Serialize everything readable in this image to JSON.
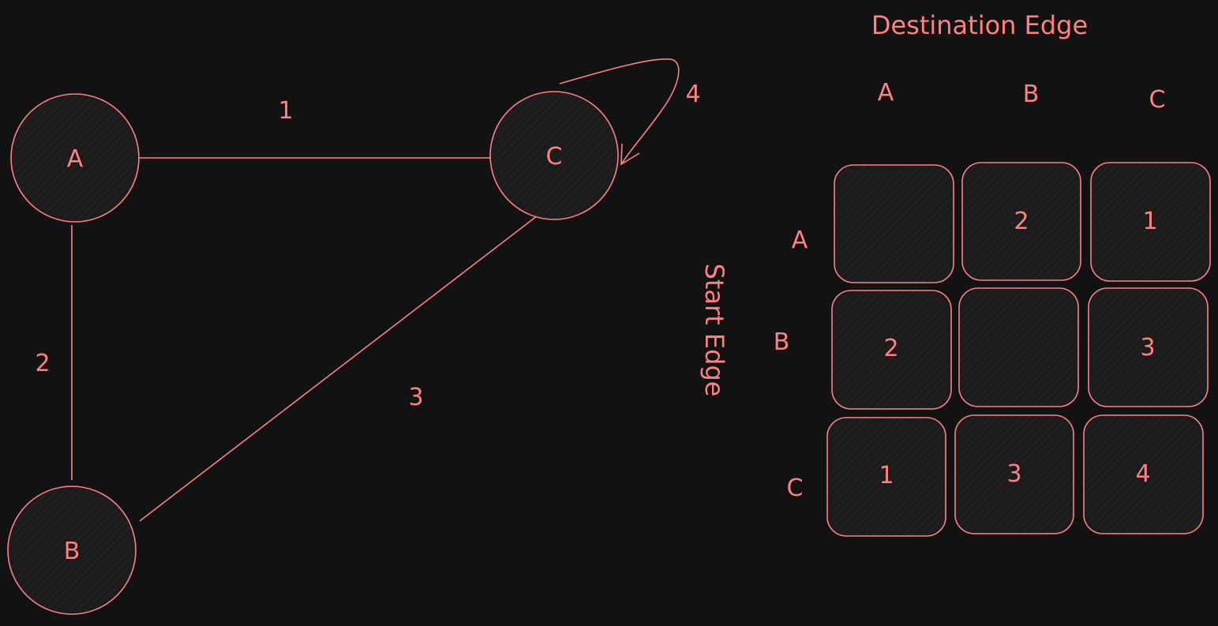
{
  "colors": {
    "background": "#121212",
    "stroke": "#ff8080"
  },
  "graph": {
    "nodes": {
      "a": "A",
      "b": "B",
      "c": "C"
    },
    "edge_weights": {
      "ac": "1",
      "ab": "2",
      "bc": "3",
      "cc": "4"
    }
  },
  "matrix": {
    "title_top": "Destination Edge",
    "title_side": "Start Edge",
    "col_headers": [
      "A",
      "B",
      "C"
    ],
    "row_headers": [
      "A",
      "B",
      "C"
    ],
    "cells": [
      [
        "",
        "2",
        "1"
      ],
      [
        "2",
        "",
        "3"
      ],
      [
        "1",
        "3",
        "4"
      ]
    ]
  }
}
